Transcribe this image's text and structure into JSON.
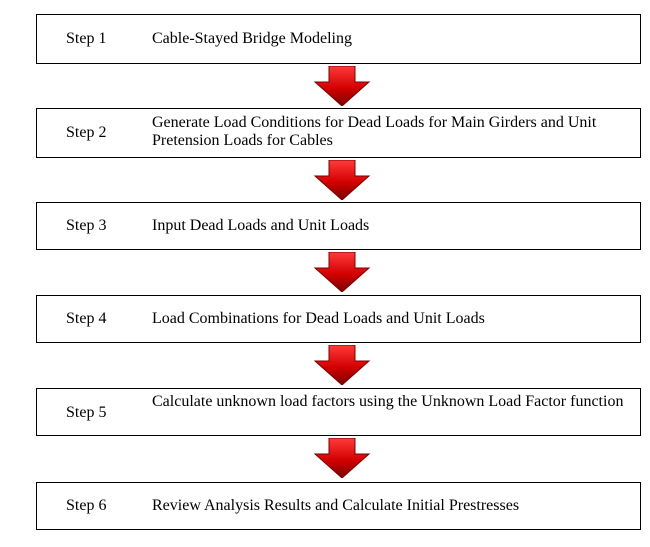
{
  "steps": [
    {
      "label": "Step 1",
      "text": "Cable-Stayed Bridge Modeling"
    },
    {
      "label": "Step 2",
      "text": "Generate Load Conditions for Dead Loads for Main Girders and Unit Pretension Loads for Cables"
    },
    {
      "label": "Step 3",
      "text": "Input Dead Loads and Unit Loads"
    },
    {
      "label": "Step 4",
      "text": "Load Combinations for Dead Loads and Unit Loads"
    },
    {
      "label": "Step 5",
      "text": "Calculate unknown load factors using the Unknown Load Factor function"
    },
    {
      "label": "Step 6",
      "text": "Review Analysis Results and Calculate Initial Prestresses"
    }
  ],
  "colors": {
    "arrow_light": "#ff2a2a",
    "arrow_dark": "#8b0000",
    "border": "#000000"
  }
}
